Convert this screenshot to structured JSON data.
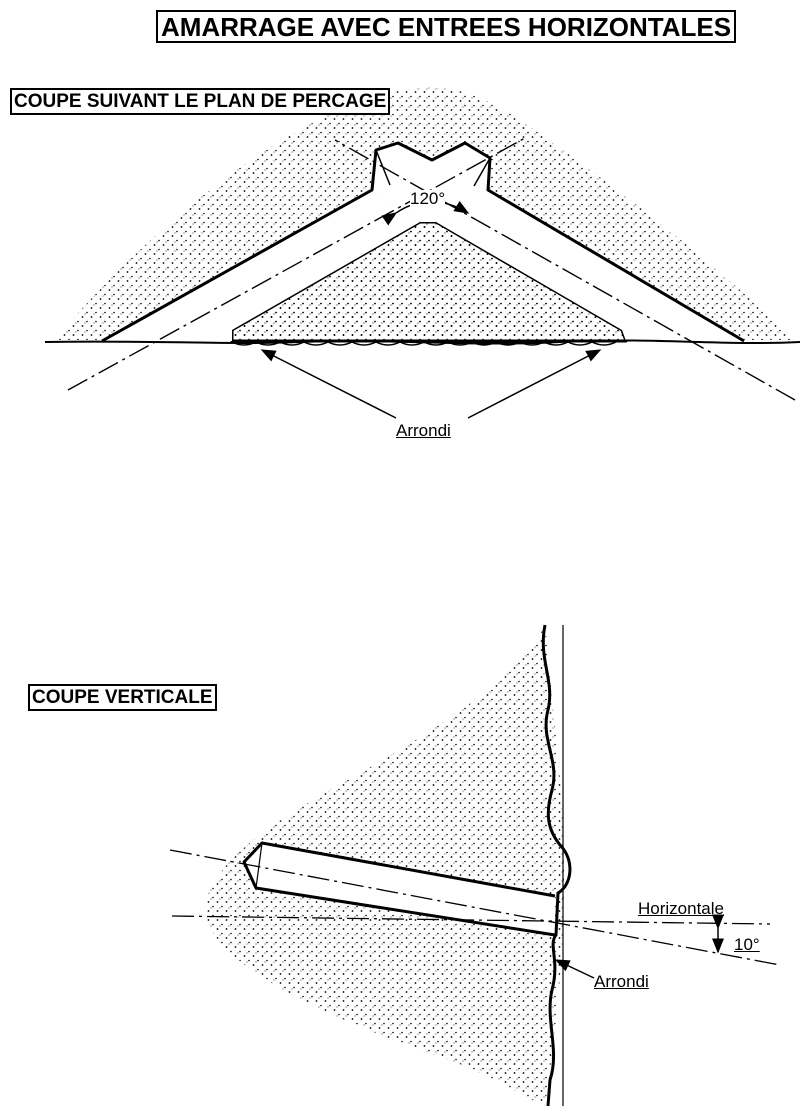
{
  "title": "AMARRAGE AVEC ENTREES HORIZONTALES",
  "section_plan": {
    "title": "COUPE SUIVANT LE PLAN DE PERCAGE",
    "angle_label": "120°",
    "rounded_label": "Arrondi"
  },
  "section_vertical": {
    "title": "COUPE VERTICALE",
    "horizontal_label": "Horizontale",
    "angle_label": "10°",
    "rounded_label": "Arrondi"
  }
}
